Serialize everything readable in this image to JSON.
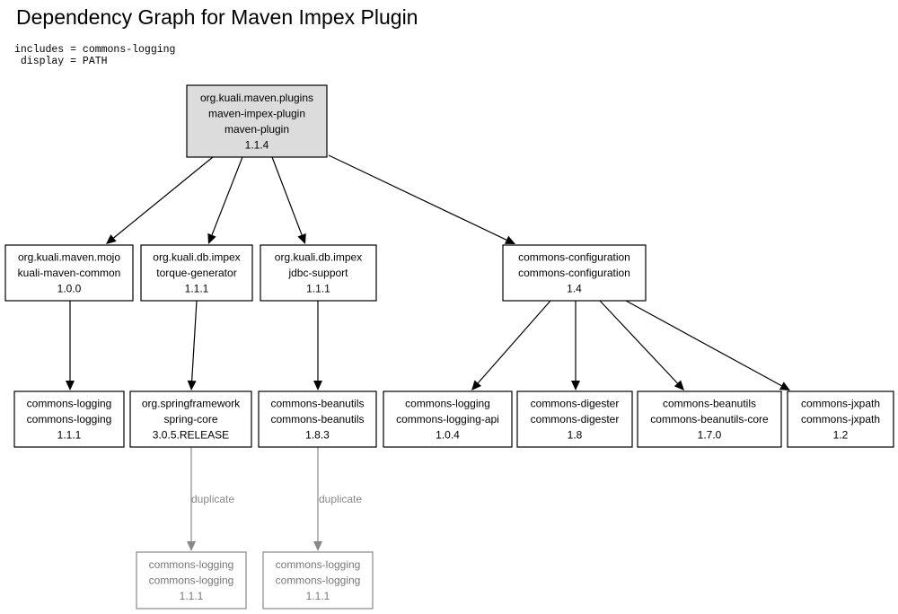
{
  "title": "Dependency Graph for Maven Impex Plugin",
  "params": [
    {
      "label": "includes = commons-logging"
    },
    {
      "label": " display = PATH"
    }
  ],
  "nodes": [
    {
      "id": "root",
      "lines": [
        "org.kuali.maven.plugins",
        "maven-impex-plugin",
        "maven-plugin",
        "1.1.4"
      ],
      "kind": "root"
    },
    {
      "id": "kmc",
      "lines": [
        "org.kuali.maven.mojo",
        "kuali-maven-common",
        "1.0.0"
      ],
      "kind": "normal"
    },
    {
      "id": "tg",
      "lines": [
        "org.kuali.db.impex",
        "torque-generator",
        "1.1.1"
      ],
      "kind": "normal"
    },
    {
      "id": "jdbc",
      "lines": [
        "org.kuali.db.impex",
        "jdbc-support",
        "1.1.1"
      ],
      "kind": "normal"
    },
    {
      "id": "cc",
      "lines": [
        "commons-configuration",
        "commons-configuration",
        "1.4"
      ],
      "kind": "normal"
    },
    {
      "id": "cl1",
      "lines": [
        "commons-logging",
        "commons-logging",
        "1.1.1"
      ],
      "kind": "normal"
    },
    {
      "id": "spring",
      "lines": [
        "org.springframework",
        "spring-core",
        "3.0.5.RELEASE"
      ],
      "kind": "normal"
    },
    {
      "id": "cb",
      "lines": [
        "commons-beanutils",
        "commons-beanutils",
        "1.8.3"
      ],
      "kind": "normal"
    },
    {
      "id": "cla",
      "lines": [
        "commons-logging",
        "commons-logging-api",
        "1.0.4"
      ],
      "kind": "normal"
    },
    {
      "id": "cd",
      "lines": [
        "commons-digester",
        "commons-digester",
        "1.8"
      ],
      "kind": "normal"
    },
    {
      "id": "cbc",
      "lines": [
        "commons-beanutils",
        "commons-beanutils-core",
        "1.7.0"
      ],
      "kind": "normal"
    },
    {
      "id": "cj",
      "lines": [
        "commons-jxpath",
        "commons-jxpath",
        "1.2"
      ],
      "kind": "normal"
    },
    {
      "id": "dup1",
      "lines": [
        "commons-logging",
        "commons-logging",
        "1.1.1"
      ],
      "kind": "dup"
    },
    {
      "id": "dup2",
      "lines": [
        "commons-logging",
        "commons-logging",
        "1.1.1"
      ],
      "kind": "dup"
    }
  ],
  "edges": [
    {
      "from": "root",
      "to": "kmc",
      "label": ""
    },
    {
      "from": "root",
      "to": "tg",
      "label": ""
    },
    {
      "from": "root",
      "to": "jdbc",
      "label": ""
    },
    {
      "from": "root",
      "to": "cc",
      "label": ""
    },
    {
      "from": "kmc",
      "to": "cl1",
      "label": ""
    },
    {
      "from": "tg",
      "to": "spring",
      "label": ""
    },
    {
      "from": "jdbc",
      "to": "cb",
      "label": ""
    },
    {
      "from": "cc",
      "to": "cla",
      "label": ""
    },
    {
      "from": "cc",
      "to": "cd",
      "label": ""
    },
    {
      "from": "cc",
      "to": "cbc",
      "label": ""
    },
    {
      "from": "cc",
      "to": "cj",
      "label": ""
    },
    {
      "from": "spring",
      "to": "dup1",
      "label": "duplicate"
    },
    {
      "from": "cb",
      "to": "dup2",
      "label": "duplicate"
    }
  ]
}
